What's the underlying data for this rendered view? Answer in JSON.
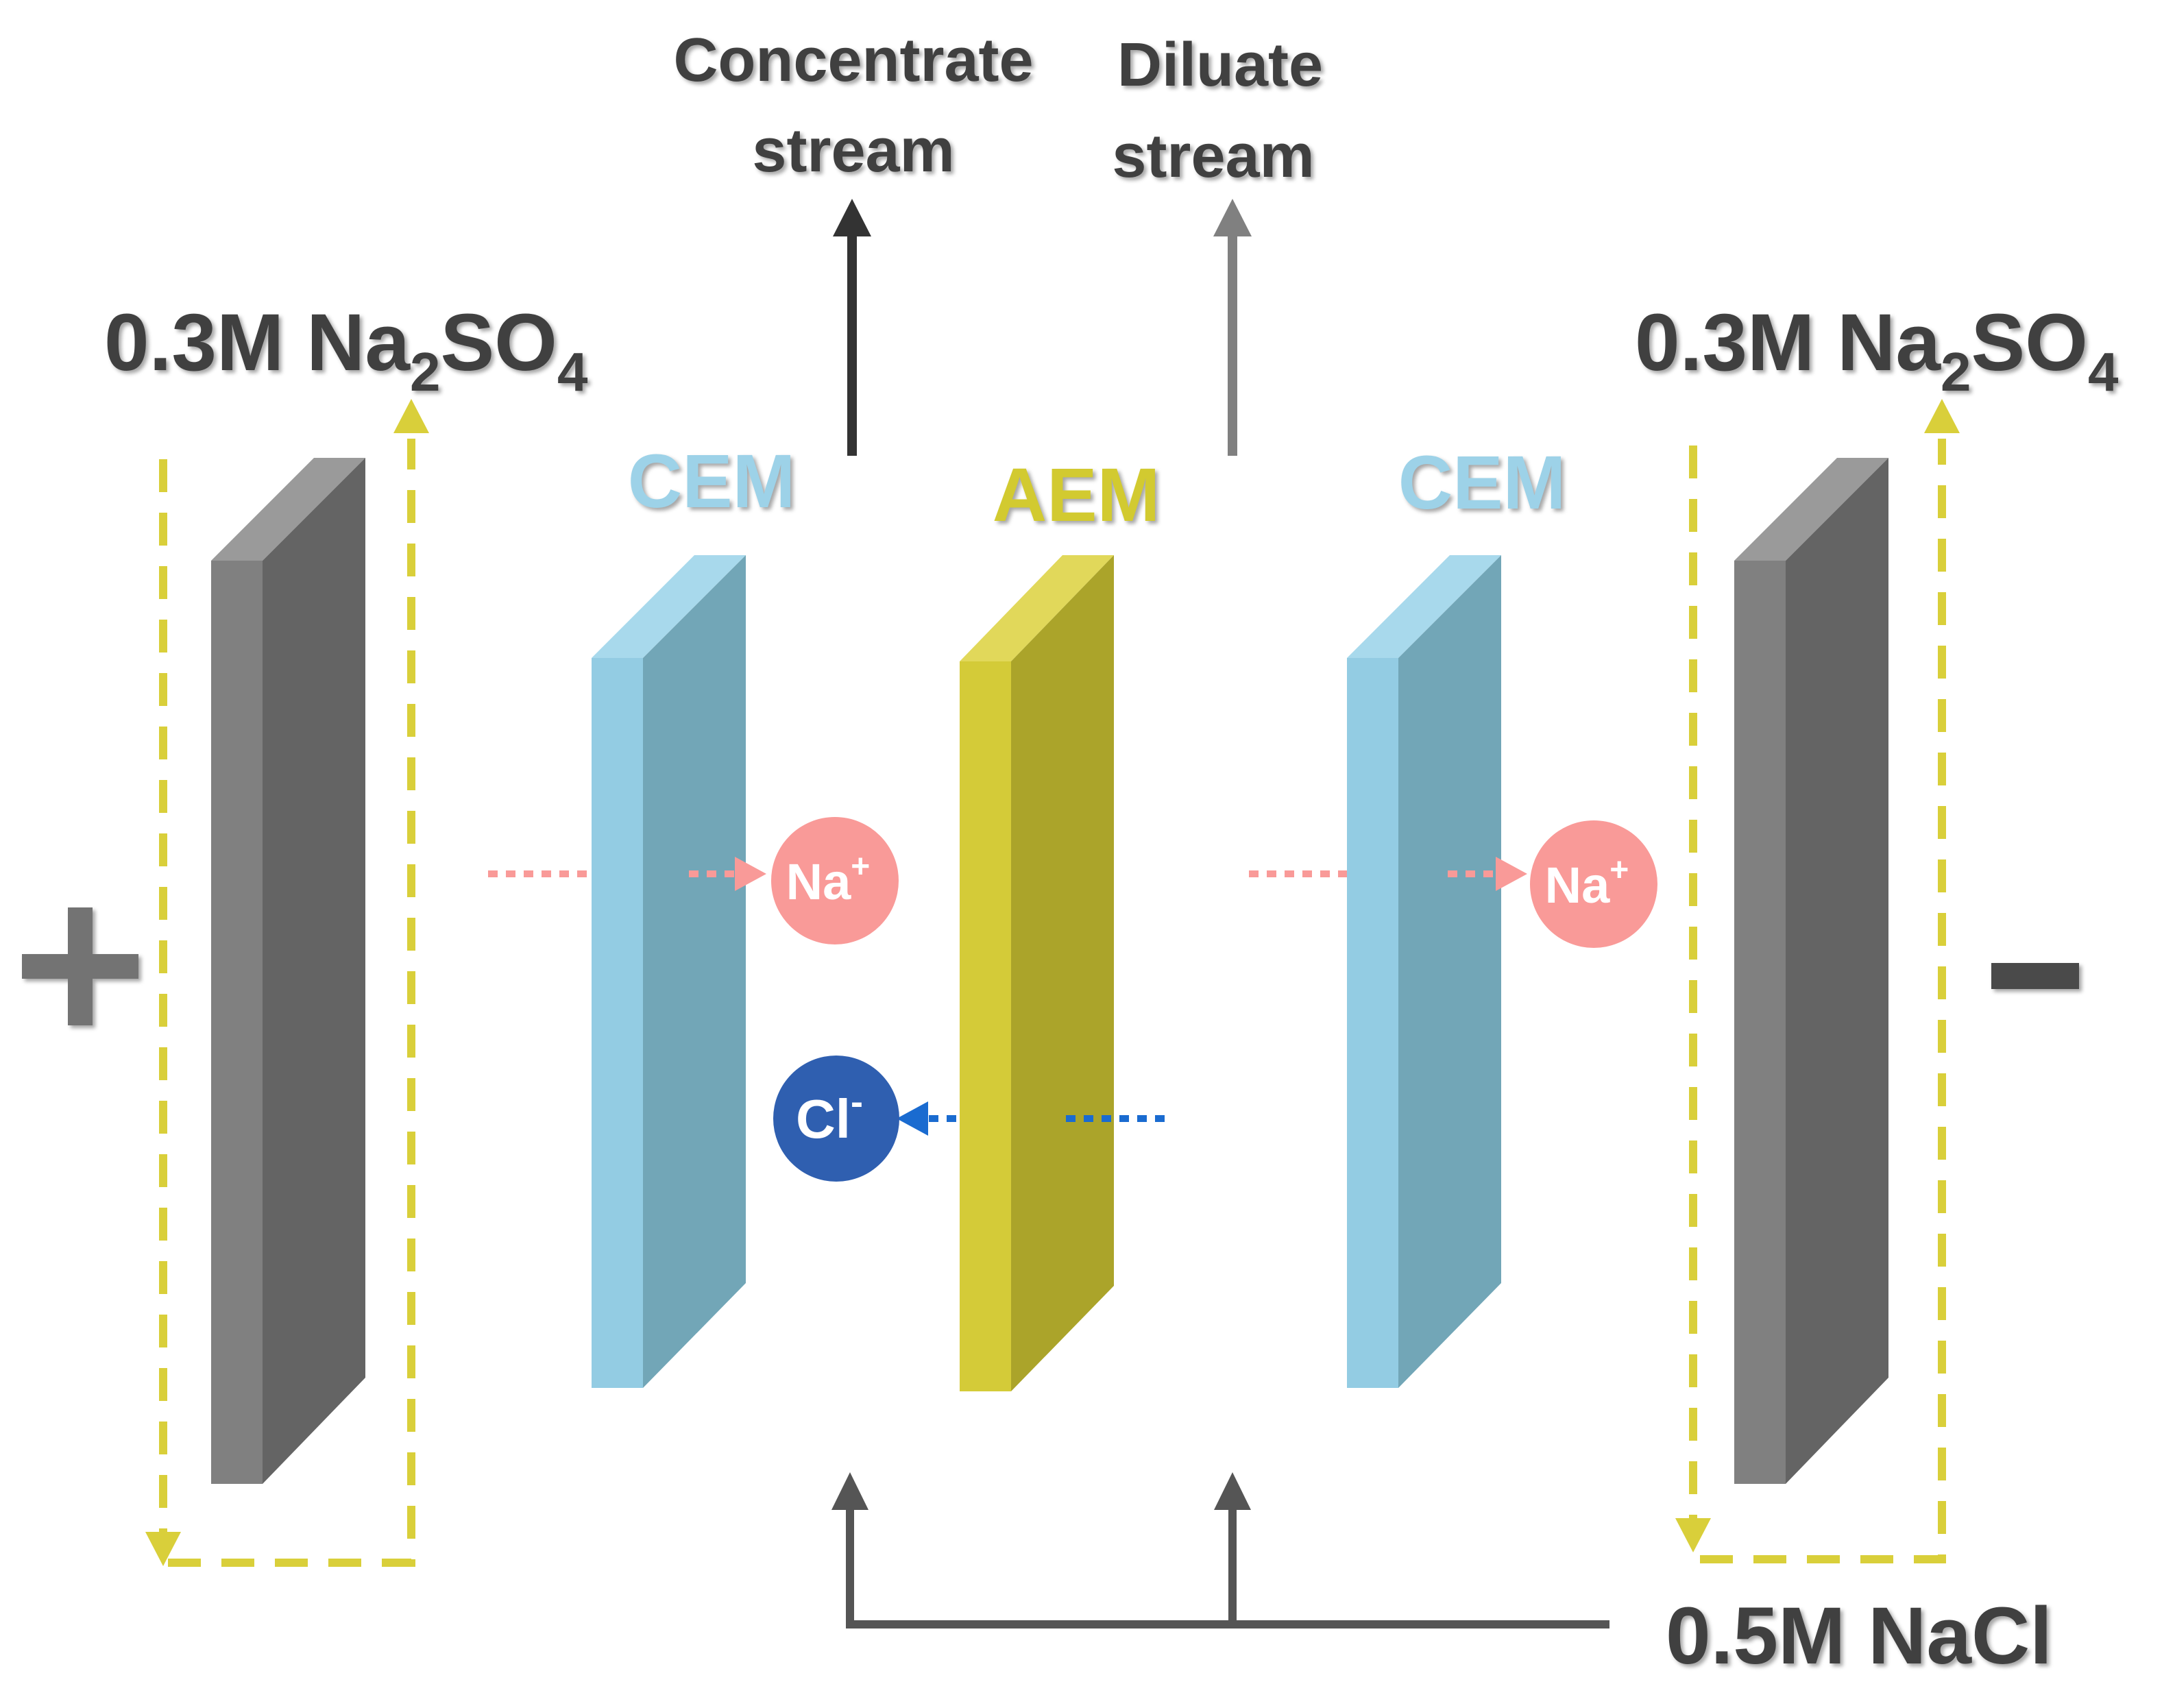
{
  "labels": {
    "concentrate_line1": "Concentrate",
    "concentrate_line2": "stream",
    "diluate_line1": "Diluate",
    "diluate_line2": "stream",
    "electrolyte_left_prefix": "0.3M Na",
    "electrolyte_left_sub1": "2",
    "electrolyte_left_mid": "SO",
    "electrolyte_left_sub2": "4",
    "electrolyte_right_prefix": "0.3M Na",
    "electrolyte_right_sub1": "2",
    "electrolyte_right_mid": "SO",
    "electrolyte_right_sub2": "4",
    "membrane_left": "CEM",
    "membrane_middle": "AEM",
    "membrane_right": "CEM",
    "feed": "0.5M NaCl",
    "anode_sign": "+",
    "cathode_sign": "−",
    "ion_na_left": "Na",
    "ion_na_left_charge": "+",
    "ion_na_right": "Na",
    "ion_na_right_charge": "+",
    "ion_cl": "Cl",
    "ion_cl_charge": "-"
  },
  "colors": {
    "electrode_front": "#808080",
    "electrode_side": "#646464",
    "cem_front": "#93cce3",
    "cem_side": "#72a6b7",
    "cem_label": "#9dd2e8",
    "aem_front": "#d4cb38",
    "aem_side": "#aba42a",
    "aem_label": "#d2ca30",
    "loop_dash": "#d9cf3a",
    "na_ion": "#f99a98",
    "cl_ion": "#2f5fb0",
    "stream_dark": "#333333",
    "stream_grey": "#808080",
    "feed_line": "#555555"
  }
}
